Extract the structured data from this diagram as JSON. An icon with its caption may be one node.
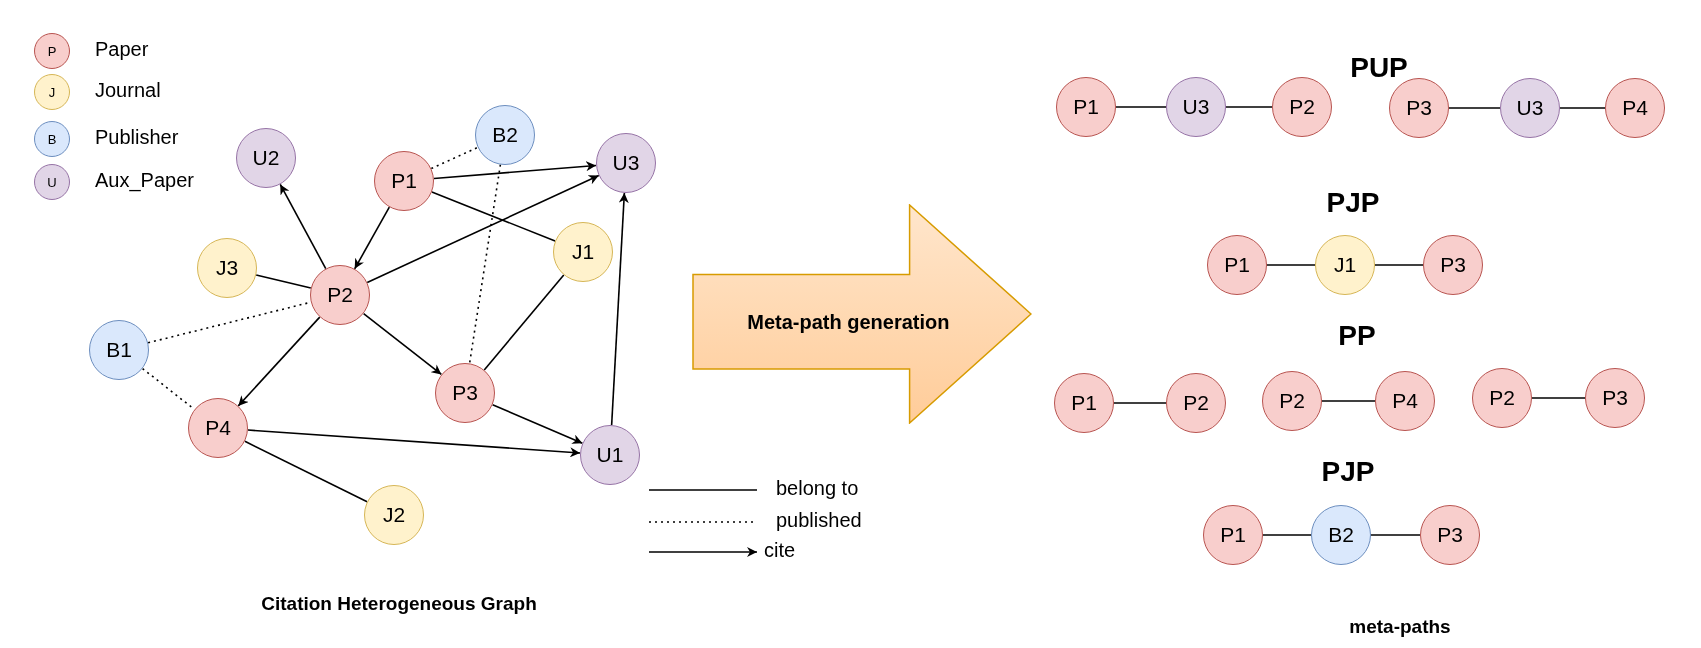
{
  "diagram": {
    "nodes": [
      {
        "text": [
          "U2"
        ]
      },
      {
        "text": [
          "P1"
        ]
      },
      {
        "text": [
          "B2"
        ]
      },
      {
        "text": [
          "U3"
        ]
      },
      {
        "text": [
          "J3"
        ]
      },
      {
        "text": [
          "P2"
        ]
      },
      {
        "text": [
          "J1"
        ]
      },
      {
        "text": [
          "B1"
        ]
      },
      {
        "text": [
          "P3"
        ]
      },
      {
        "text": [
          "P4"
        ]
      },
      {
        "text": [
          "U1"
        ]
      },
      {
        "text": [
          "J2"
        ]
      },
      {
        "text": [
          "Meta-path generation"
        ]
      },
      {
        "text": [
          "P1"
        ]
      },
      {
        "text": [
          "U3"
        ]
      },
      {
        "text": [
          "P2"
        ]
      },
      {
        "text": [
          "P3"
        ]
      },
      {
        "text": [
          "U3"
        ]
      },
      {
        "text": [
          "P4"
        ]
      },
      {
        "text": [
          "P1"
        ]
      },
      {
        "text": [
          "J1"
        ]
      },
      {
        "text": [
          "P3"
        ]
      },
      {
        "text": [
          "P1"
        ]
      },
      {
        "text": [
          "P2"
        ]
      },
      {
        "text": [
          "P2"
        ]
      },
      {
        "text": [
          "P4"
        ]
      },
      {
        "text": [
          "P2"
        ]
      },
      {
        "text": [
          "P3"
        ]
      },
      {
        "text": [
          "P1"
        ]
      },
      {
        "text": [
          "B2"
        ]
      },
      {
        "text": [
          "P3"
        ]
      }
    ],
    "edges": [
      {
        "from": 1,
        "to": 2,
        "arrow": "none",
        "style": "dashed"
      },
      {
        "from": 1,
        "to": 3,
        "arrow": "to"
      },
      {
        "from": 1,
        "to": 6,
        "arrow": "none"
      },
      {
        "from": 1,
        "to": 5,
        "arrow": "to"
      },
      {
        "from": 5,
        "to": 0,
        "arrow": "to"
      },
      {
        "from": 4,
        "to": 5,
        "arrow": "none"
      },
      {
        "from": 5,
        "to": 3,
        "arrow": "to"
      },
      {
        "from": 5,
        "to": 8,
        "arrow": "to"
      },
      {
        "from": 5,
        "to": 9,
        "arrow": "to"
      },
      {
        "from": 7,
        "to": 5,
        "arrow": "none",
        "style": "dashed"
      },
      {
        "from": 7,
        "to": 9,
        "arrow": "none",
        "style": "dashed"
      },
      {
        "from": 2,
        "to": 8,
        "arrow": "none",
        "style": "dashed"
      },
      {
        "from": 6,
        "to": 8,
        "arrow": "none"
      },
      {
        "from": 8,
        "to": 10,
        "arrow": "to"
      },
      {
        "from": 9,
        "to": 10,
        "arrow": "to"
      },
      {
        "from": 9,
        "to": 11,
        "arrow": "none"
      },
      {
        "from": 10,
        "to": 3,
        "arrow": "to"
      },
      {
        "from": 13,
        "to": 14,
        "arrow": "none"
      },
      {
        "from": 14,
        "to": 15,
        "arrow": "none"
      },
      {
        "from": 16,
        "to": 17,
        "arrow": "none"
      },
      {
        "from": 17,
        "to": 18,
        "arrow": "none"
      },
      {
        "from": 19,
        "to": 20,
        "arrow": "none"
      },
      {
        "from": 20,
        "to": 21,
        "arrow": "none"
      },
      {
        "from": 22,
        "to": 23,
        "arrow": "none"
      },
      {
        "from": 24,
        "to": 25,
        "arrow": "none"
      },
      {
        "from": 26,
        "to": 27,
        "arrow": "none"
      },
      {
        "from": 28,
        "to": 29,
        "arrow": "none"
      },
      {
        "from": 29,
        "to": 30,
        "arrow": "none"
      }
    ],
    "labels": [
      "P",
      "J",
      "B",
      "U",
      "PUP",
      "PJP",
      "PP",
      "PJP",
      "Citation Heterogeneous Graph",
      "meta-paths"
    ],
    "legend": [
      {
        "text": "Paper",
        "color": "#f8cecc"
      },
      {
        "text": "Journal",
        "color": "#fff2cc"
      },
      {
        "text": "Publisher",
        "color": "#dae8fc"
      },
      {
        "text": "Aux_Paper",
        "color": "#e1d5e7"
      },
      {
        "text": "belong to"
      },
      {
        "text": "published"
      },
      {
        "text": "cite"
      }
    ]
  }
}
